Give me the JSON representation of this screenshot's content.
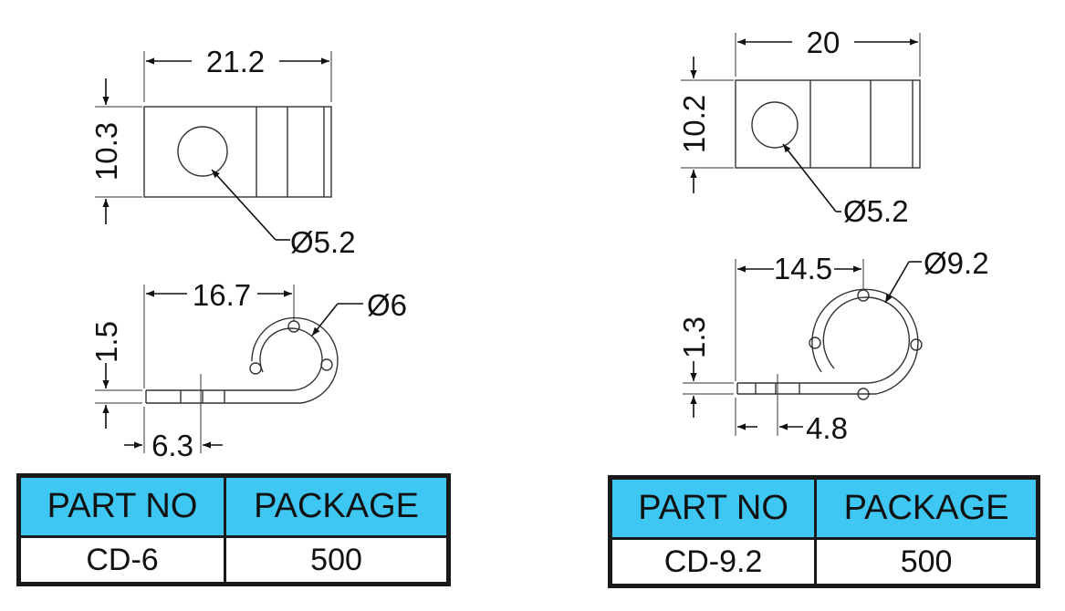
{
  "left_drawing": {
    "width_dim": "21.2",
    "height_dim": "10.3",
    "hole_dim": "Ø5.2",
    "reach_dim": "16.7",
    "loop_dim": "Ø6",
    "thickness_dim": "1.5",
    "tab_dim": "6.3"
  },
  "right_drawing": {
    "width_dim": "20",
    "height_dim": "10.2",
    "hole_dim": "Ø5.2",
    "reach_dim": "14.5",
    "loop_dim": "Ø9.2",
    "thickness_dim": "1.3",
    "tab_dim": "4.8"
  },
  "tables": [
    {
      "headers": [
        "PART NO",
        "PACKAGE"
      ],
      "row": [
        "CD-6",
        "500"
      ]
    },
    {
      "headers": [
        "PART NO",
        "PACKAGE"
      ],
      "row": [
        "CD-9.2",
        "500"
      ]
    }
  ],
  "colors": {
    "header_fill": "#3ec7f3",
    "line": "#111111"
  }
}
